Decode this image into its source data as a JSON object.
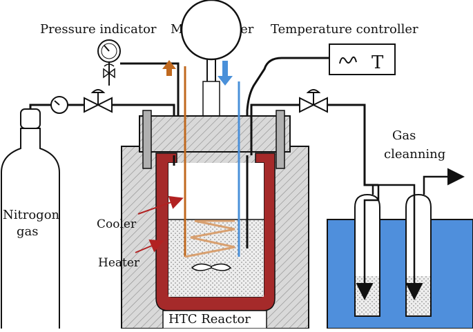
{
  "labels": {
    "pressure_indicator": "Pressure indicator",
    "motor_stirrer": "Motor stirrer",
    "temperature_controller": "Temperature controller",
    "temperature_symbol": "T",
    "gas_cleaning_line1": "Gas",
    "gas_cleaning_line2": "cleanning",
    "nitrogen_line1": "Nitrogon",
    "nitrogen_line2": "gas",
    "cooler": "Cooler",
    "heater": "Heater",
    "reactor": "HTC Reactor"
  },
  "colors": {
    "line": "#111111",
    "cooler_out_arrow": "#c0691f",
    "cooler_in_arrow": "#4a90d9",
    "cooler_tube_out": "#c0691f",
    "cooler_tube_in": "#4a90d9",
    "heater": "#a52a2a",
    "water_bath": "#4f8fdc",
    "annotation_arrow": "#b22222",
    "insulation": "#d9d9d9",
    "liquid": "#eeeeee",
    "coil": "#d8a070"
  },
  "icons": {
    "pressure_gauge": "pressure-gauge-icon",
    "small_gauge": "small-gauge-icon",
    "valve": "valve-icon",
    "temperature_wave": "wave-icon"
  }
}
